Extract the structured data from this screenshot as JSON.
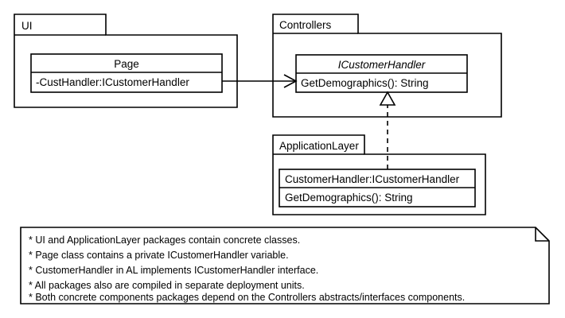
{
  "diagram": {
    "title": "Layered architecture UML package diagram",
    "background_color": "#ffffff",
    "stroke_color": "#000000"
  },
  "packages": [
    {
      "id": "ui",
      "label": "UI",
      "classes": [
        {
          "id": "page",
          "name": "Page",
          "name_italic": false,
          "members": [
            "-CustHandler:ICustomerHandler"
          ]
        }
      ]
    },
    {
      "id": "controllers",
      "label": "Controllers",
      "classes": [
        {
          "id": "icustomerhandler",
          "name": "ICustomerHandler",
          "name_italic": true,
          "members": [
            "GetDemographics(): String"
          ]
        }
      ]
    },
    {
      "id": "applicationlayer",
      "label": "ApplicationLayer",
      "classes": [
        {
          "id": "customerhandler",
          "name": "CustomerHandler:ICustomerHandler",
          "name_italic": false,
          "members": [
            "GetDemographics(): String"
          ]
        }
      ]
    }
  ],
  "relationships": [
    {
      "id": "page-uses-interface",
      "type": "association",
      "from": "page",
      "to": "icustomerhandler",
      "line_style": "solid",
      "arrow_head": "open"
    },
    {
      "id": "customerhandler-realizes-interface",
      "type": "realization",
      "from": "customerhandler",
      "to": "icustomerhandler",
      "line_style": "dashed",
      "arrow_head": "hollow-triangle"
    }
  ],
  "note": {
    "id": "diagram-note",
    "lines": [
      "* UI and ApplicationLayer packages contain concrete classes.",
      "* Page class contains a private ICustomerHandler variable.",
      "* CustomerHandler in AL implements ICustomerHandler interface.",
      "* All packages also are compiled in separate deployment units.",
      "* Both concrete components packages depend on the Controllers abstracts/interfaces components."
    ]
  }
}
